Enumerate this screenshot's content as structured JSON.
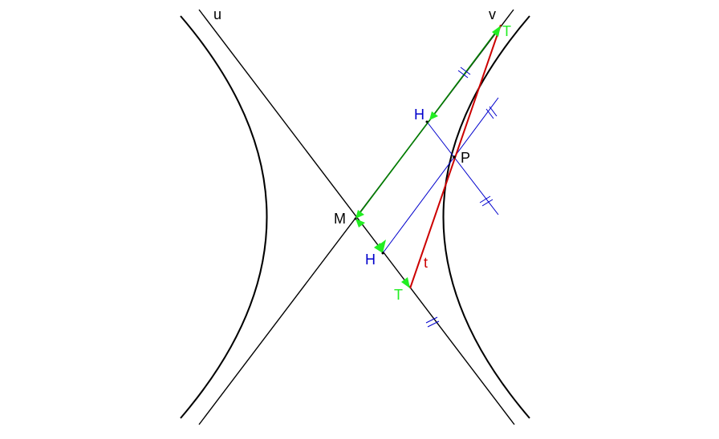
{
  "labels": {
    "u": "u",
    "v": "v",
    "M": "M",
    "P": "P",
    "T_top": "T",
    "T_bottom": "T",
    "H_top": "H",
    "H_bottom": "H",
    "t": "t"
  },
  "colors": {
    "curve": "#000000",
    "asymptote": "#000000",
    "tangent": "#cc0000",
    "construction": "#0000cc",
    "vector": "#008000",
    "arrowhead": "#22ee22",
    "label_green": "#22ee22",
    "label_blue": "#0000cc",
    "label_red": "#cc0000",
    "label_black": "#000000"
  }
}
